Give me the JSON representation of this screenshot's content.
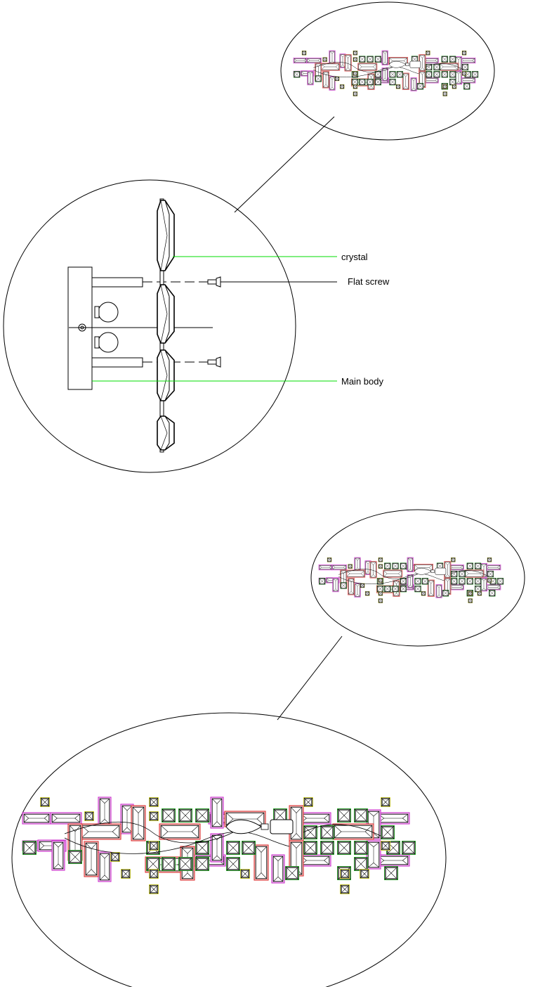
{
  "labels": {
    "crystal": "crystal",
    "flat_screw": "Flat screw",
    "main_body": "Main body"
  },
  "colors": {
    "line": "#000000",
    "leader_green": "#00dd00",
    "crystal_magenta": "#cc33cc",
    "crystal_pink": "#f2c6f2",
    "square_green": "#33bb33",
    "square_yellow": "#eeee44",
    "square_red": "#dd3333"
  },
  "icons": {
    "top_detail": "crystal-array-detail-icon",
    "bottom_detail": "crystal-array-detail-icon"
  }
}
